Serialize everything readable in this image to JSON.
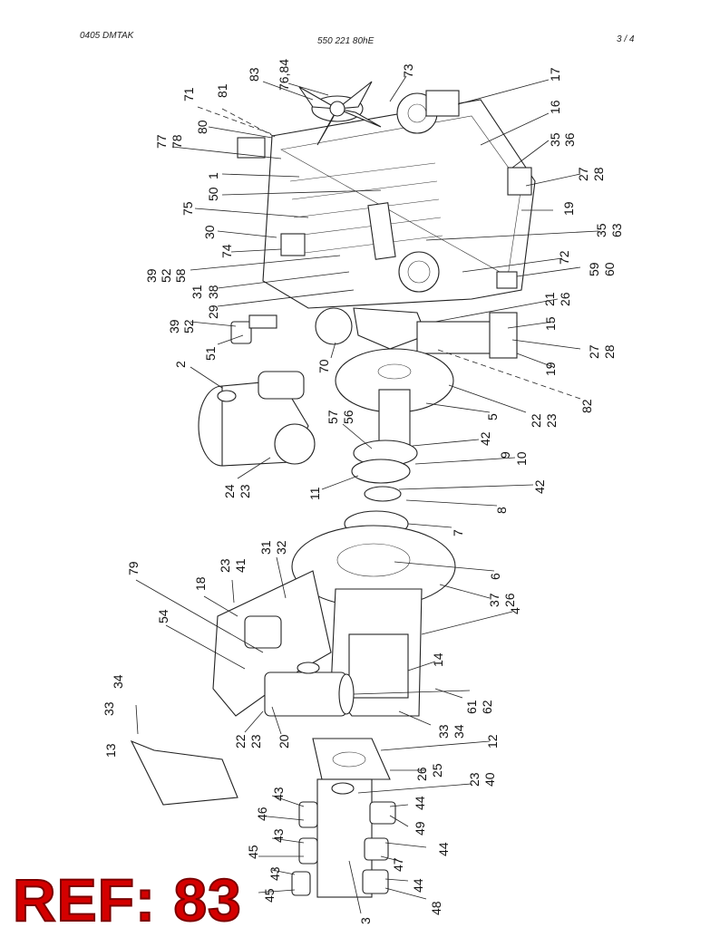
{
  "header": {
    "left": "0405   DMTAK",
    "center": "550 221 80hE",
    "right": "3 /   4"
  },
  "ref_stamp": "REF: 83",
  "callouts": [
    "83",
    "76,84",
    "73",
    "17",
    "71",
    "81",
    "80",
    "16",
    "35",
    "36",
    "77",
    "78",
    "1",
    "27",
    "28",
    "50",
    "19",
    "75",
    "30",
    "35",
    "63",
    "74",
    "39",
    "52",
    "58",
    "72",
    "31",
    "38",
    "59",
    "60",
    "29",
    "21",
    "26",
    "39",
    "52",
    "15",
    "51",
    "70",
    "27",
    "28",
    "2",
    "19",
    "5",
    "22",
    "23",
    "82",
    "57",
    "56",
    "42",
    "9",
    "10",
    "24",
    "23",
    "11",
    "42",
    "8",
    "7",
    "31",
    "32",
    "23",
    "41",
    "79",
    "6",
    "18",
    "37",
    "26",
    "54",
    "4",
    "14",
    "34",
    "33",
    "61",
    "62",
    "13",
    "22",
    "23",
    "20",
    "33",
    "34",
    "12",
    "26",
    "25",
    "43",
    "23",
    "40",
    "46",
    "44",
    "49",
    "43",
    "45",
    "44",
    "47",
    "43",
    "44",
    "45",
    "48",
    "3"
  ]
}
